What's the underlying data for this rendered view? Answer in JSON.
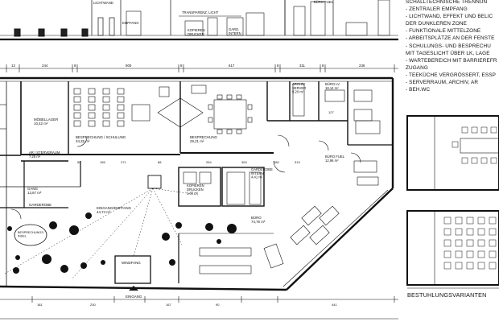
{
  "elevation": {
    "labels": {
      "lichtwand_top": "LICHTWAND",
      "empfang": "EMPFANG",
      "transparenz": "TRANSPARENZ, LICHT",
      "kopieren": "KOPIEREN\nDRUCKEN",
      "garderobe": "GARD.\nINTERN",
      "buero_top": "BÜRO FUEL"
    }
  },
  "notes": [
    "SCHALLTECHNISCHE TRENNUN",
    "- ZENTRALER EMPFANG",
    "- LICHTWAND, EFFEKT UND BELIC",
    "  DER DUNKLEREN ZONE",
    "- FUNKTIONALE MITTELZONE",
    "- ARBEITSPLÄTZE AN DER FENSTE",
    "- SCHULUNGS- UND BESPRECHU",
    "  MIT TAGESLICHT ÜBER LK, LAGE",
    "- WARTEBEREICH MIT BARRIEREFR",
    "  ZUGANG",
    "- TEEKÜCHE VERGRÖSSERT, ESSP",
    "- SERVERRAUM, ARCHIV, AR",
    "- BEH.WC"
  ],
  "top_dims": [
    "12",
    "244",
    "8",
    "900",
    "8",
    "617",
    "8",
    "311",
    "8",
    "236"
  ],
  "rooms": {
    "moebellager": "MÖBELLAGER\n10,42 m²",
    "besprechung_schulung": "BESPRECHUNG / SCHULUNG\n34,25 m²",
    "besprechung": "BESPRECHUNG\n29,21 m²",
    "archiv_server": "ARCHIV\nSERVER\n9,20 m²",
    "buero_lv": "BÜRO LV\n18,14 m²",
    "buero_fuel": "BÜRO FUEL\n12,96 m²",
    "ar_sterveraum": "AR / STERVERAUM\n7,25 m²",
    "gang": "GANG\n13,67 m²",
    "garderobe": "GARDEROBE",
    "eingang_empfang": "EINGANG/EMPFANG\n44,74 m²",
    "kopieren_drucken": "KOPIEREN\nDRUCKEN\n2,65 m²",
    "garderobe_intern": "GARDEROBE\nINTERN\n4,41 m²",
    "buero": "BÜRO\n74,76 m²",
    "windfang": "WINDFANG",
    "eingang": "EINGANG",
    "besprechungsinsel": "BESPRECHUNGS-\nINSEL"
  },
  "dims_misc": [
    "127",
    "50",
    "155",
    "271",
    "88",
    "254",
    "300",
    "280",
    "319",
    "181",
    "230",
    "167",
    "90",
    "441"
  ],
  "caption": "BESTUHLUNGSVARIANTEN"
}
